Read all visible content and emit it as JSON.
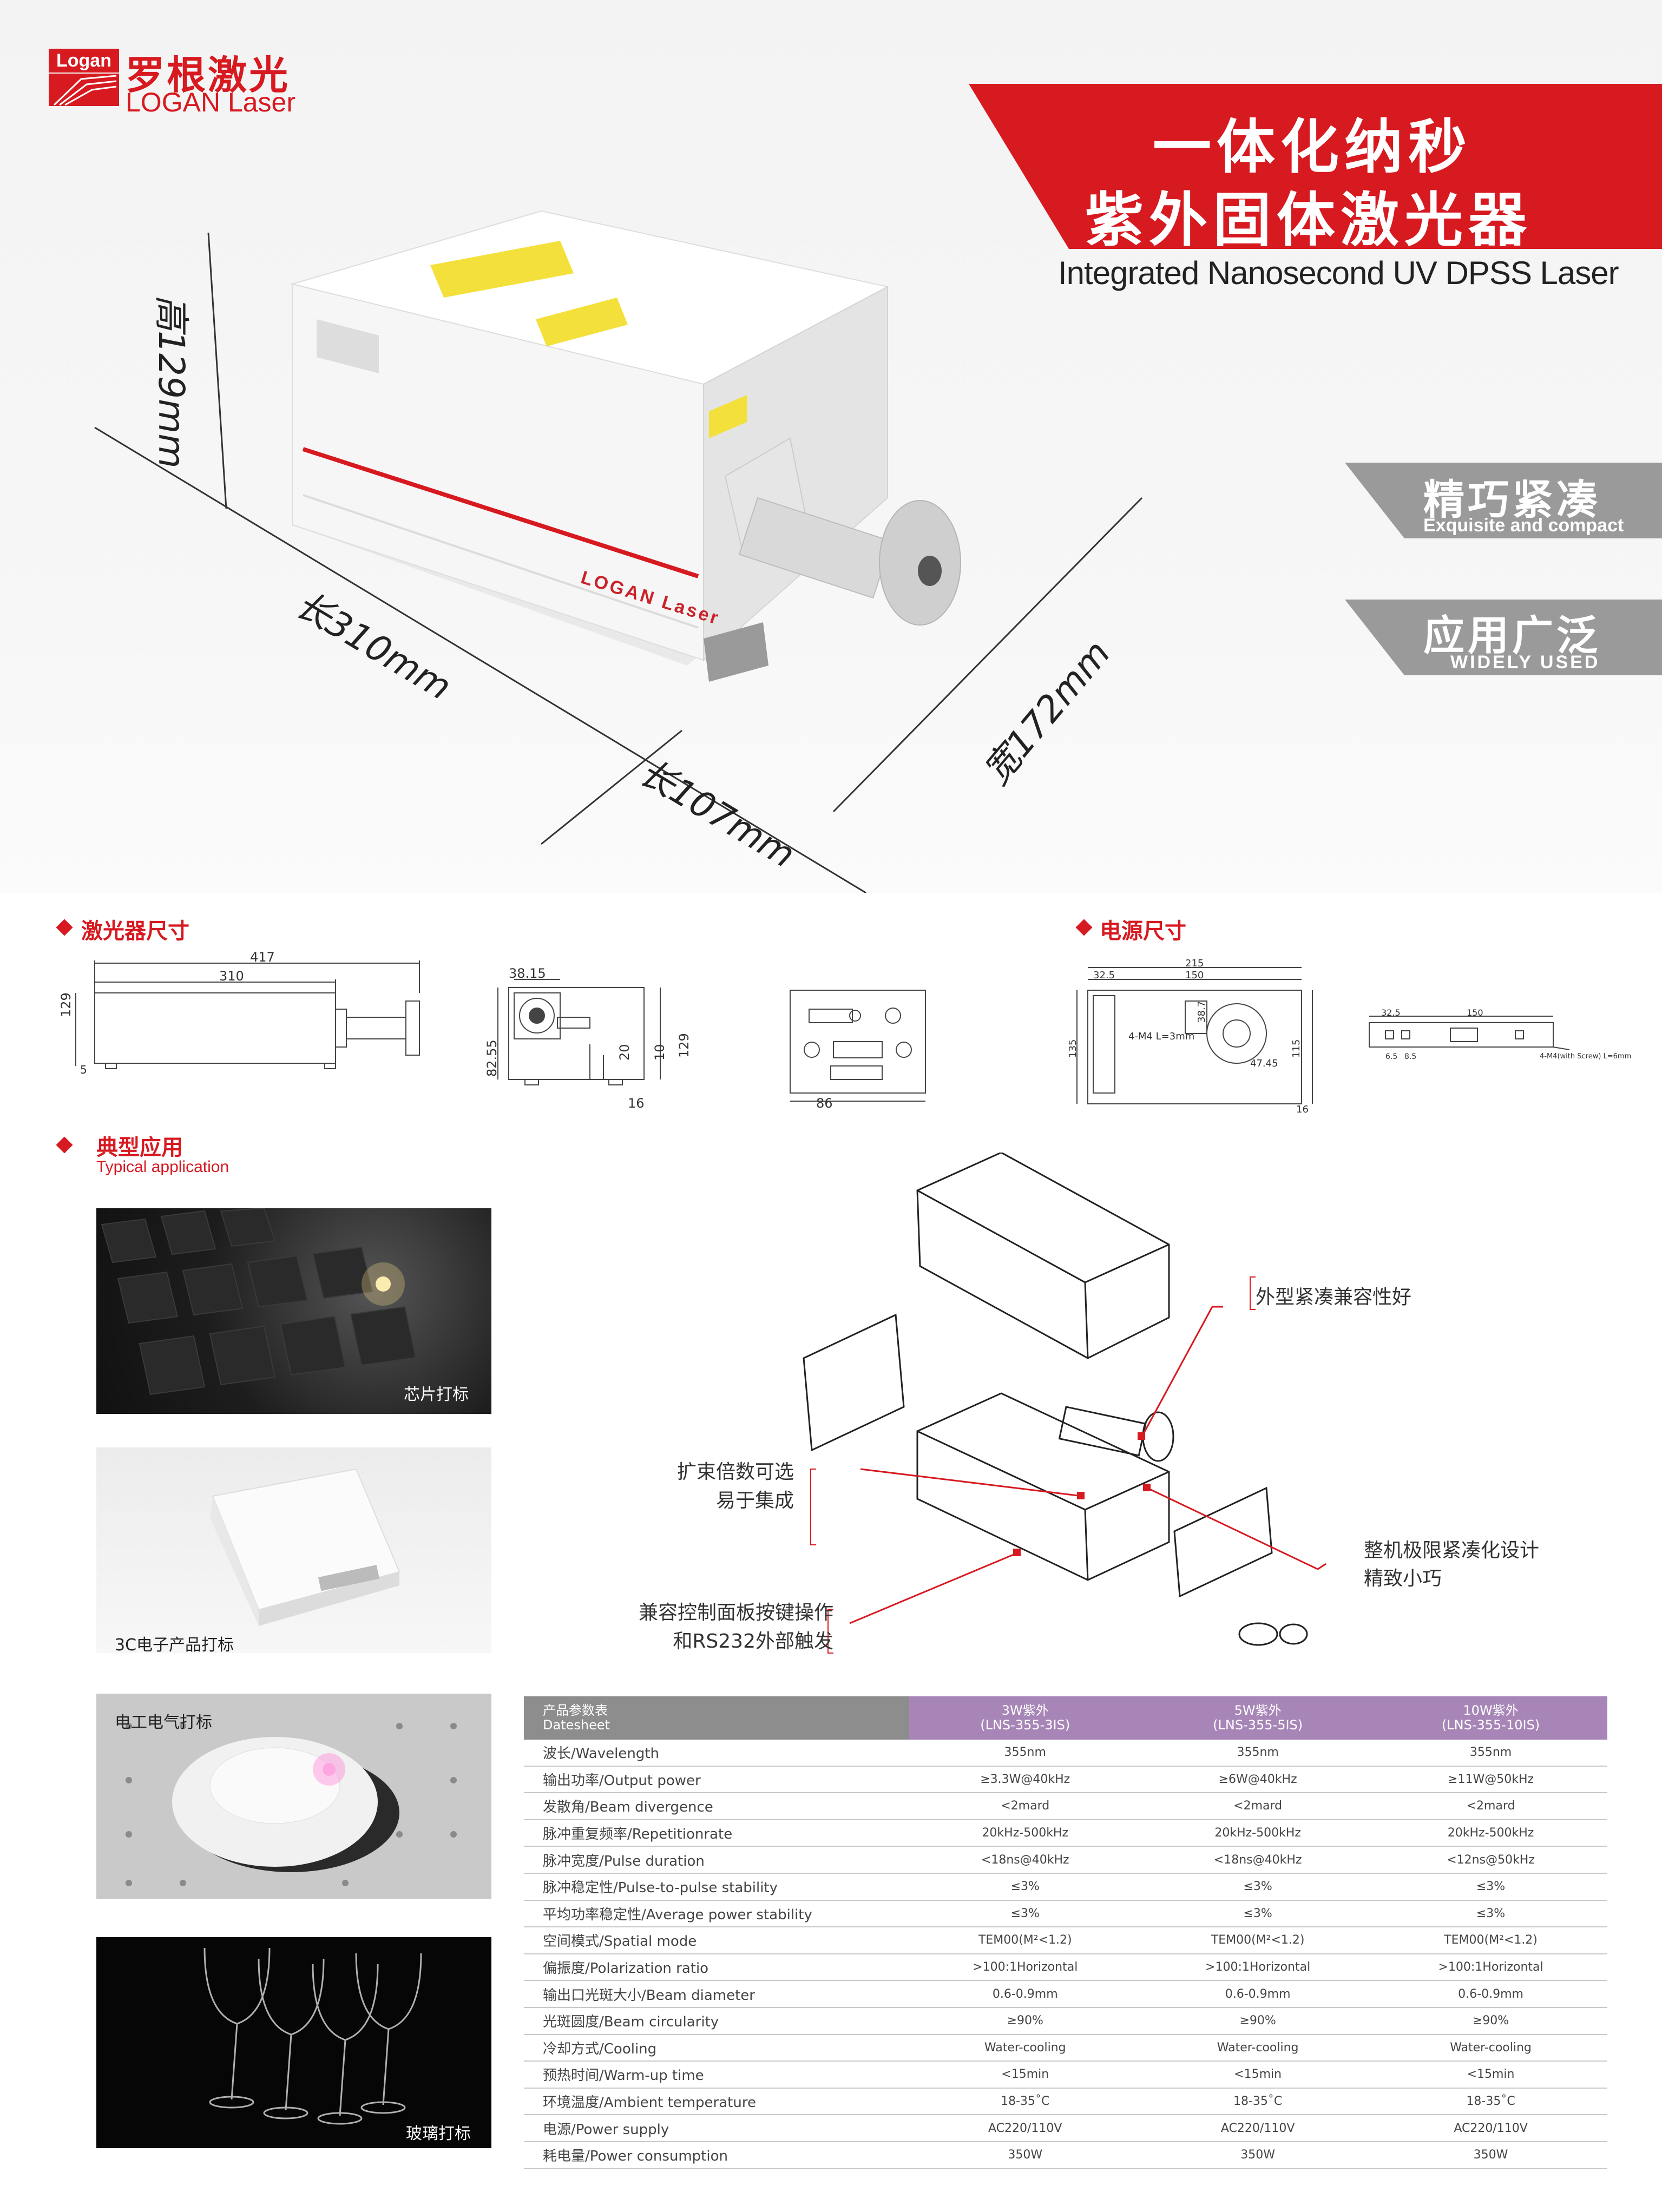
{
  "brand": {
    "badge": "Logan",
    "name_cn": "罗根激光",
    "name_en": "LOGAN Laser"
  },
  "title": {
    "line1": "一体化纳秒",
    "line2": "紫外固体激光器",
    "en": "Integrated Nanosecond UV DPSS Laser"
  },
  "features": [
    {
      "cn": "精巧紧凑",
      "en": "Exquisite and compact"
    },
    {
      "cn": "应用广泛",
      "en": "WIDELY USED"
    }
  ],
  "dimensions": {
    "height": "高129mm",
    "length1": "长310mm",
    "length2": "长107mm",
    "width": "宽172mm"
  },
  "product_label": "LOGAN Laser",
  "sections": {
    "laser_size": "激光器尺寸",
    "power_size": "电源尺寸",
    "application": "典型应用",
    "application_en": "Typical application"
  },
  "drawings": {
    "d417": "417",
    "d310": "310",
    "d129a": "129",
    "d5": "5",
    "d3815": "38.15",
    "d8255": "82.55",
    "d20": "20",
    "d10": "10",
    "d129b": "129",
    "d16": "16",
    "d86": "86",
    "p215": "215",
    "p150": "150",
    "p325": "32.5",
    "p4m4": "4-M4 L=3mm",
    "p387": "38.7",
    "p4745": "47.45",
    "p115": "115",
    "p135": "135",
    "p16": "16",
    "s325": "32.5",
    "s150": "150",
    "s65": "6.5",
    "s85": "8.5",
    "s4m4": "4-M4(with Screw) L=6mm"
  },
  "applications": [
    {
      "caption": "芯片打标"
    },
    {
      "caption": "3C电子产品打标"
    },
    {
      "caption": "电工电气打标"
    },
    {
      "caption": "玻璃打标"
    }
  ],
  "callouts": {
    "c1": "外型紧凑兼容性好",
    "c2_line1": "扩束倍数可选",
    "c2_line2": "易于集成",
    "c3_line1": "整机极限紧凑化设计",
    "c3_line2": "精致小巧",
    "c4_line1": "兼容控制面板按键操作",
    "c4_line2": "和RS232外部触发"
  },
  "table": {
    "header": {
      "label_cn": "产品参数表",
      "label_en": "Datesheet",
      "cols": [
        {
          "name": "3W紫外",
          "model": "(LNS-355-3IS)"
        },
        {
          "name": "5W紫外",
          "model": "(LNS-355-5IS)"
        },
        {
          "name": "10W紫外",
          "model": "(LNS-355-10IS)"
        }
      ]
    },
    "rows": [
      {
        "param": "波长/Wavelength",
        "v3": "355nm",
        "v5": "355nm",
        "v10": "355nm"
      },
      {
        "param": "输出功率/Output power",
        "v3": "≥3.3W@40kHz",
        "v5": "≥6W@40kHz",
        "v10": "≥11W@50kHz"
      },
      {
        "param": "发散角/Beam divergence",
        "v3": "<2mard",
        "v5": "<2mard",
        "v10": "<2mard"
      },
      {
        "param": "脉冲重复频率/Repetitionrate",
        "v3": "20kHz-500kHz",
        "v5": "20kHz-500kHz",
        "v10": "20kHz-500kHz"
      },
      {
        "param": "脉冲宽度/Pulse duration",
        "v3": "<18ns@40kHz",
        "v5": "<18ns@40kHz",
        "v10": "<12ns@50kHz"
      },
      {
        "param": "脉冲稳定性/Pulse-to-pulse stability",
        "v3": "≤3%",
        "v5": "≤3%",
        "v10": "≤3%"
      },
      {
        "param": "平均功率稳定性/Average power  stability",
        "v3": "≤3%",
        "v5": "≤3%",
        "v10": "≤3%"
      },
      {
        "param": "空间模式/Spatial  mode",
        "v3": "TEM00(M²<1.2)",
        "v5": "TEM00(M²<1.2)",
        "v10": "TEM00(M²<1.2)"
      },
      {
        "param": "偏振度/Polarization ratio",
        "v3": ">100:1Horizontal",
        "v5": ">100:1Horizontal",
        "v10": ">100:1Horizontal"
      },
      {
        "param": "输出口光斑大小/Beam diameter",
        "v3": "0.6-0.9mm",
        "v5": "0.6-0.9mm",
        "v10": "0.6-0.9mm"
      },
      {
        "param": "光斑圆度/Beam circularity",
        "v3": "≥90%",
        "v5": "≥90%",
        "v10": "≥90%"
      },
      {
        "param": "冷却方式/Cooling",
        "v3": "Water-cooling",
        "v5": "Water-cooling",
        "v10": "Water-cooling"
      },
      {
        "param": "预热时间/Warm-up time",
        "v3": "<15min",
        "v5": "<15min",
        "v10": "<15min"
      },
      {
        "param": "环境温度/Ambient temperature",
        "v3": "18-35˚C",
        "v5": "18-35˚C",
        "v10": "18-35˚C"
      },
      {
        "param": "电源/Power supply",
        "v3": "AC220/110V",
        "v5": "AC220/110V",
        "v10": "AC220/110V"
      },
      {
        "param": "耗电量/Power consumption",
        "v3": "350W",
        "v5": "350W",
        "v10": "350W"
      }
    ]
  },
  "colors": {
    "brand_red": "#d71920",
    "table_purple": "#a786b7",
    "table_grey": "#8d8d8d",
    "feature_grey": "#9a9a9a"
  }
}
